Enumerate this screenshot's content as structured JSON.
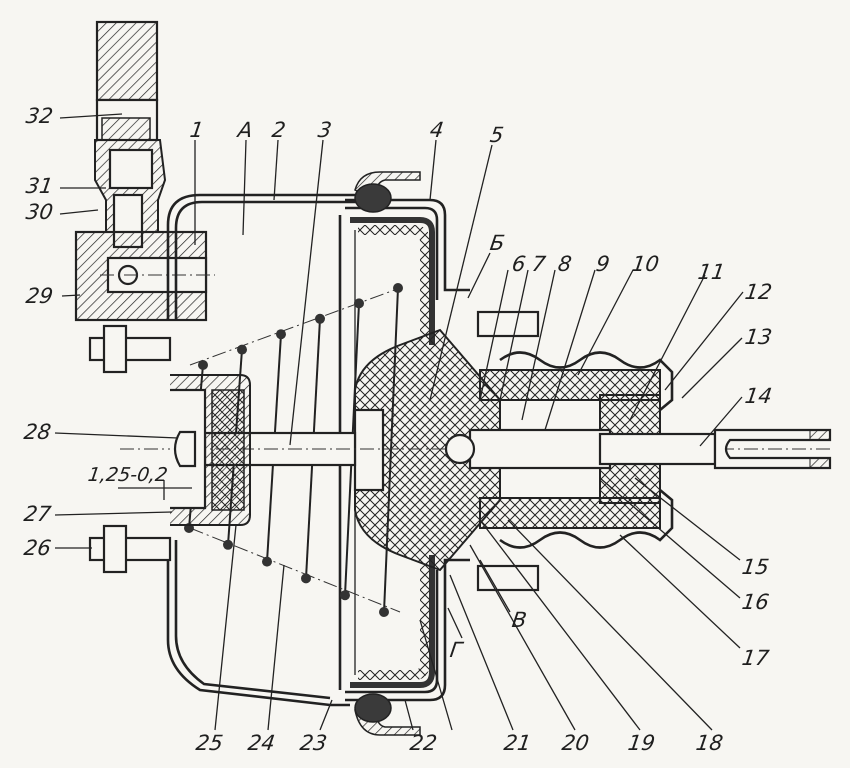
{
  "figure": {
    "subject": "vacuum brake booster cross-section",
    "labels": [
      {
        "id": "1",
        "text": "1"
      },
      {
        "id": "2",
        "text": "2"
      },
      {
        "id": "3",
        "text": "3"
      },
      {
        "id": "4",
        "text": "4"
      },
      {
        "id": "5",
        "text": "5"
      },
      {
        "id": "6",
        "text": "6"
      },
      {
        "id": "7",
        "text": "7"
      },
      {
        "id": "8",
        "text": "8"
      },
      {
        "id": "9",
        "text": "9"
      },
      {
        "id": "10",
        "text": "10"
      },
      {
        "id": "11",
        "text": "11"
      },
      {
        "id": "12",
        "text": "12"
      },
      {
        "id": "13",
        "text": "13"
      },
      {
        "id": "14",
        "text": "14"
      },
      {
        "id": "15",
        "text": "15"
      },
      {
        "id": "16",
        "text": "16"
      },
      {
        "id": "17",
        "text": "17"
      },
      {
        "id": "18",
        "text": "18"
      },
      {
        "id": "19",
        "text": "19"
      },
      {
        "id": "20",
        "text": "20"
      },
      {
        "id": "21",
        "text": "21"
      },
      {
        "id": "22",
        "text": "22"
      },
      {
        "id": "23",
        "text": "23"
      },
      {
        "id": "24",
        "text": "24"
      },
      {
        "id": "25",
        "text": "25"
      },
      {
        "id": "26",
        "text": "26"
      },
      {
        "id": "27",
        "text": "27"
      },
      {
        "id": "28",
        "text": "28"
      },
      {
        "id": "29",
        "text": "29"
      },
      {
        "id": "30",
        "text": "30"
      },
      {
        "id": "31",
        "text": "31"
      },
      {
        "id": "32",
        "text": "32"
      }
    ],
    "zones": {
      "A": "А",
      "B": "Б",
      "V": "В",
      "G": "Г"
    },
    "dimension": "1,25-0,2"
  }
}
